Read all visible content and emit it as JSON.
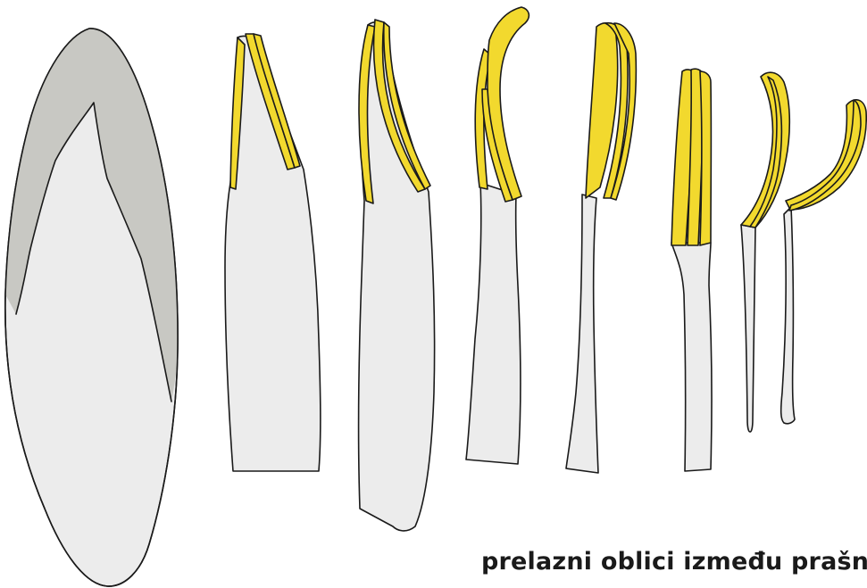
{
  "caption": "prelazni oblici između prašni",
  "colors": {
    "petal": "#ececec",
    "petal_margin": "#c8c8c3",
    "anther": "#f2d92e",
    "outline": "#1a1a1a",
    "background": "#ffffff"
  },
  "stages": [
    {
      "name": "petal"
    },
    {
      "name": "transitional-form-1"
    },
    {
      "name": "transitional-form-2"
    },
    {
      "name": "transitional-form-3"
    },
    {
      "name": "transitional-form-4"
    },
    {
      "name": "transitional-form-5"
    },
    {
      "name": "transitional-form-6"
    },
    {
      "name": "stamen"
    }
  ]
}
